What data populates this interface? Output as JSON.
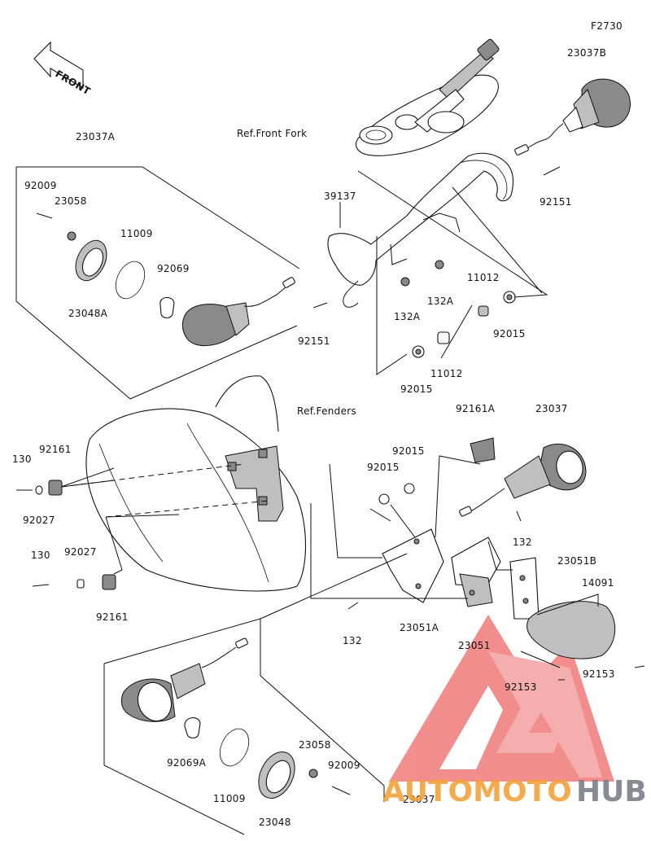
{
  "figure_code": "F2730",
  "front_badge": "FRONT",
  "refs": {
    "front_fork": "Ref.Front Fork",
    "fenders": "Ref.Fenders"
  },
  "labels": {
    "p23037B": "23037B",
    "p23037A": "23037A",
    "p92009_top": "92009",
    "p23058_top": "23058",
    "p11009_top": "11009",
    "p92069": "92069",
    "p23048A": "23048A",
    "p39137": "39137",
    "p92151_right": "92151",
    "p92151_left": "92151",
    "p132A_left": "132A",
    "p132A_right": "132A",
    "p11012_top": "11012",
    "p11012_bottom": "11012",
    "p92015_right": "92015",
    "p92015_lower": "92015",
    "p92161A": "92161A",
    "p23037": "23037",
    "p92015_mid_a": "92015",
    "p92015_mid_b": "92015",
    "p130_top": "130",
    "p92161_top": "92161",
    "p92027_top": "92027",
    "p130_bottom": "130",
    "p92027_bottom": "92027",
    "p92161_bottom": "92161",
    "p132_right": "132",
    "p23051B": "23051B",
    "p14091": "14091",
    "p132_left": "132",
    "p23051A": "23051A",
    "p23051": "23051",
    "p92153_left": "92153",
    "p92153_right": "92153",
    "p92069A": "92069A",
    "p11009_bottom": "11009",
    "p23058_bottom": "23058",
    "p92009_bottom": "92009",
    "p23048": "23048",
    "p23037_bottom": "23037"
  },
  "watermark": {
    "word_a": "AUTOMOTO",
    "word_b": "HUB",
    "color_a": "#f2a23a",
    "color_b": "#7b8089",
    "logo_color": "#e86a6a"
  }
}
